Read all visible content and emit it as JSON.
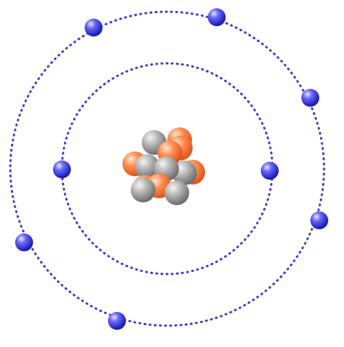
{
  "diagram": {
    "kind": "bohr-atom-model",
    "shells": [
      {
        "shell": 1,
        "electron_count": 2
      },
      {
        "shell": 2,
        "electron_count": 6
      }
    ],
    "nucleus": {
      "proton_count": 6,
      "neutron_count": 6
    },
    "colors": {
      "orbit": "#3a3ae6",
      "electron": "#2a2ae0",
      "proton": "#ff7a3a",
      "neutron": "#9a9a9a",
      "background": "#ffffff"
    }
  }
}
